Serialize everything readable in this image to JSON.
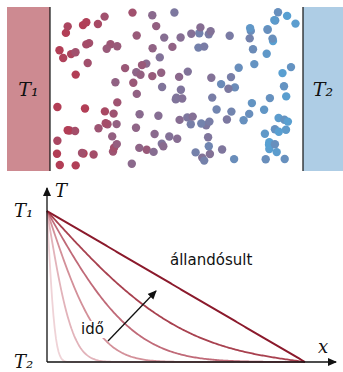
{
  "diagram": {
    "nodes": [
      {
        "text": [
          "T₁"
        ]
      },
      {
        "text": [
          "T₂"
        ]
      }
    ],
    "labels": [
      "T",
      "T₁",
      "T₂",
      "x",
      "állandósult",
      "idő"
    ]
  }
}
